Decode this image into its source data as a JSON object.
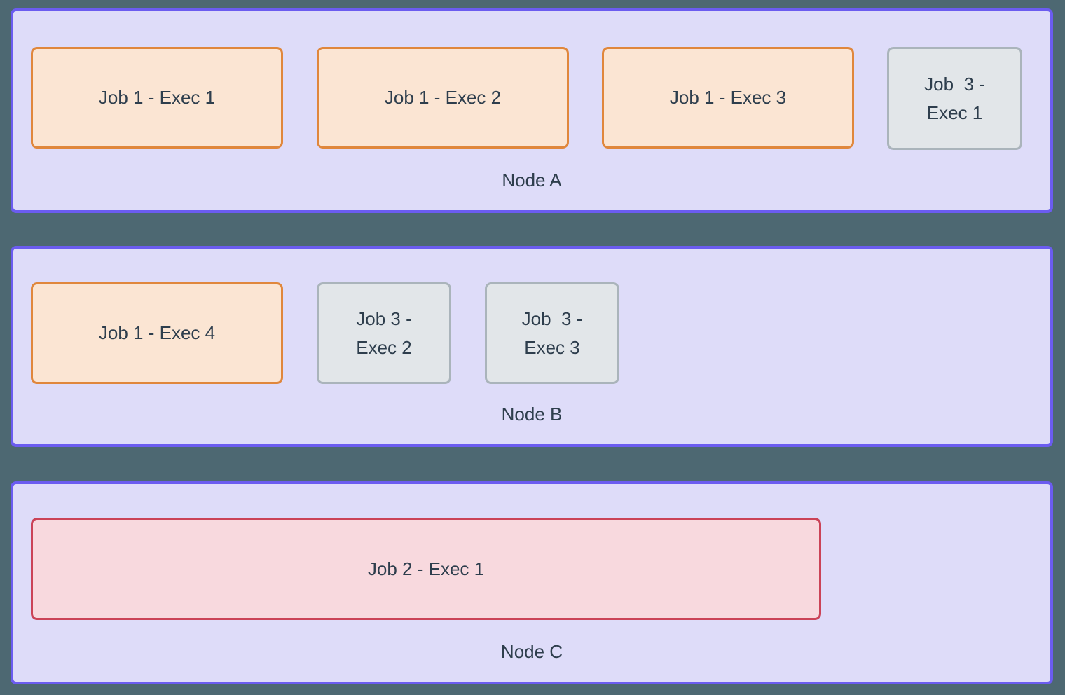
{
  "palette": {
    "page_bg": "#4d6872",
    "node_fill": "#dedcf9",
    "node_border": "#6b5cf0",
    "job1_fill": "#fbe5d3",
    "job1_border": "#e0873c",
    "job2_fill": "#f8d9de",
    "job2_border": "#cb4357",
    "job3_fill": "#e2e6e9",
    "job3_border": "#aab4bb",
    "text": "#2e3e4d"
  },
  "diagram": {
    "nodes": [
      {
        "label": "Node A",
        "executors": [
          {
            "label": "Job 1 - Exec 1",
            "job": "job1"
          },
          {
            "label": "Job 1 - Exec 2",
            "job": "job1"
          },
          {
            "label": "Job 1 - Exec 3",
            "job": "job1"
          },
          {
            "label": "Job  3 -\nExec 1",
            "job": "job3"
          }
        ]
      },
      {
        "label": "Node B",
        "executors": [
          {
            "label": "Job 1 - Exec 4",
            "job": "job1"
          },
          {
            "label": "Job 3 -\nExec 2",
            "job": "job3"
          },
          {
            "label": "Job  3 -\nExec 3",
            "job": "job3"
          }
        ]
      },
      {
        "label": "Node C",
        "executors": [
          {
            "label": "Job 2 - Exec 1",
            "job": "job2"
          }
        ]
      }
    ]
  }
}
